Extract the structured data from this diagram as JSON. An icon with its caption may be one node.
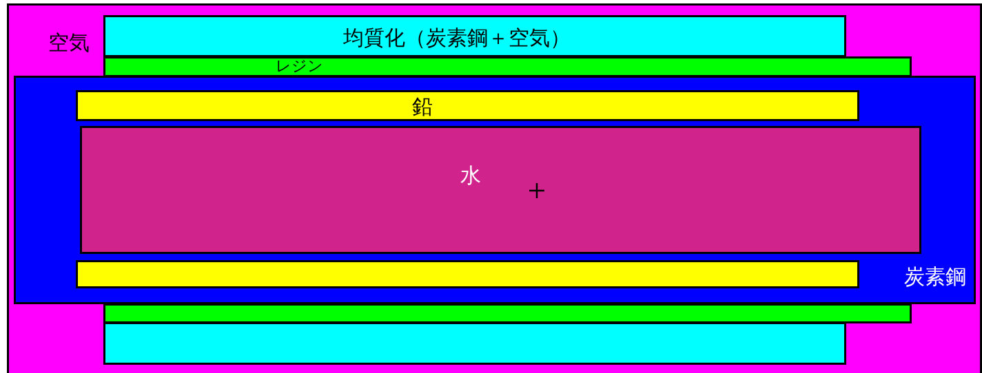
{
  "diagram": {
    "nodes": [
      {
        "text": [
          "空気"
        ]
      },
      {
        "text": [
          "均質化（炭素鋼＋空気）"
        ],
        "in": 0
      },
      {
        "text": [
          "レジン"
        ],
        "in": 0
      },
      {
        "text": [
          "炭素鋼"
        ],
        "in": 0
      },
      {
        "text": [
          "鉛"
        ],
        "in": 3
      },
      {
        "text": [
          "水"
        ],
        "in": 3
      },
      {
        "text": [],
        "shape": "box",
        "in": 3
      },
      {
        "text": [],
        "shape": "box",
        "in": 0
      },
      {
        "text": [],
        "shape": "box",
        "in": 0
      }
    ],
    "edges": []
  }
}
